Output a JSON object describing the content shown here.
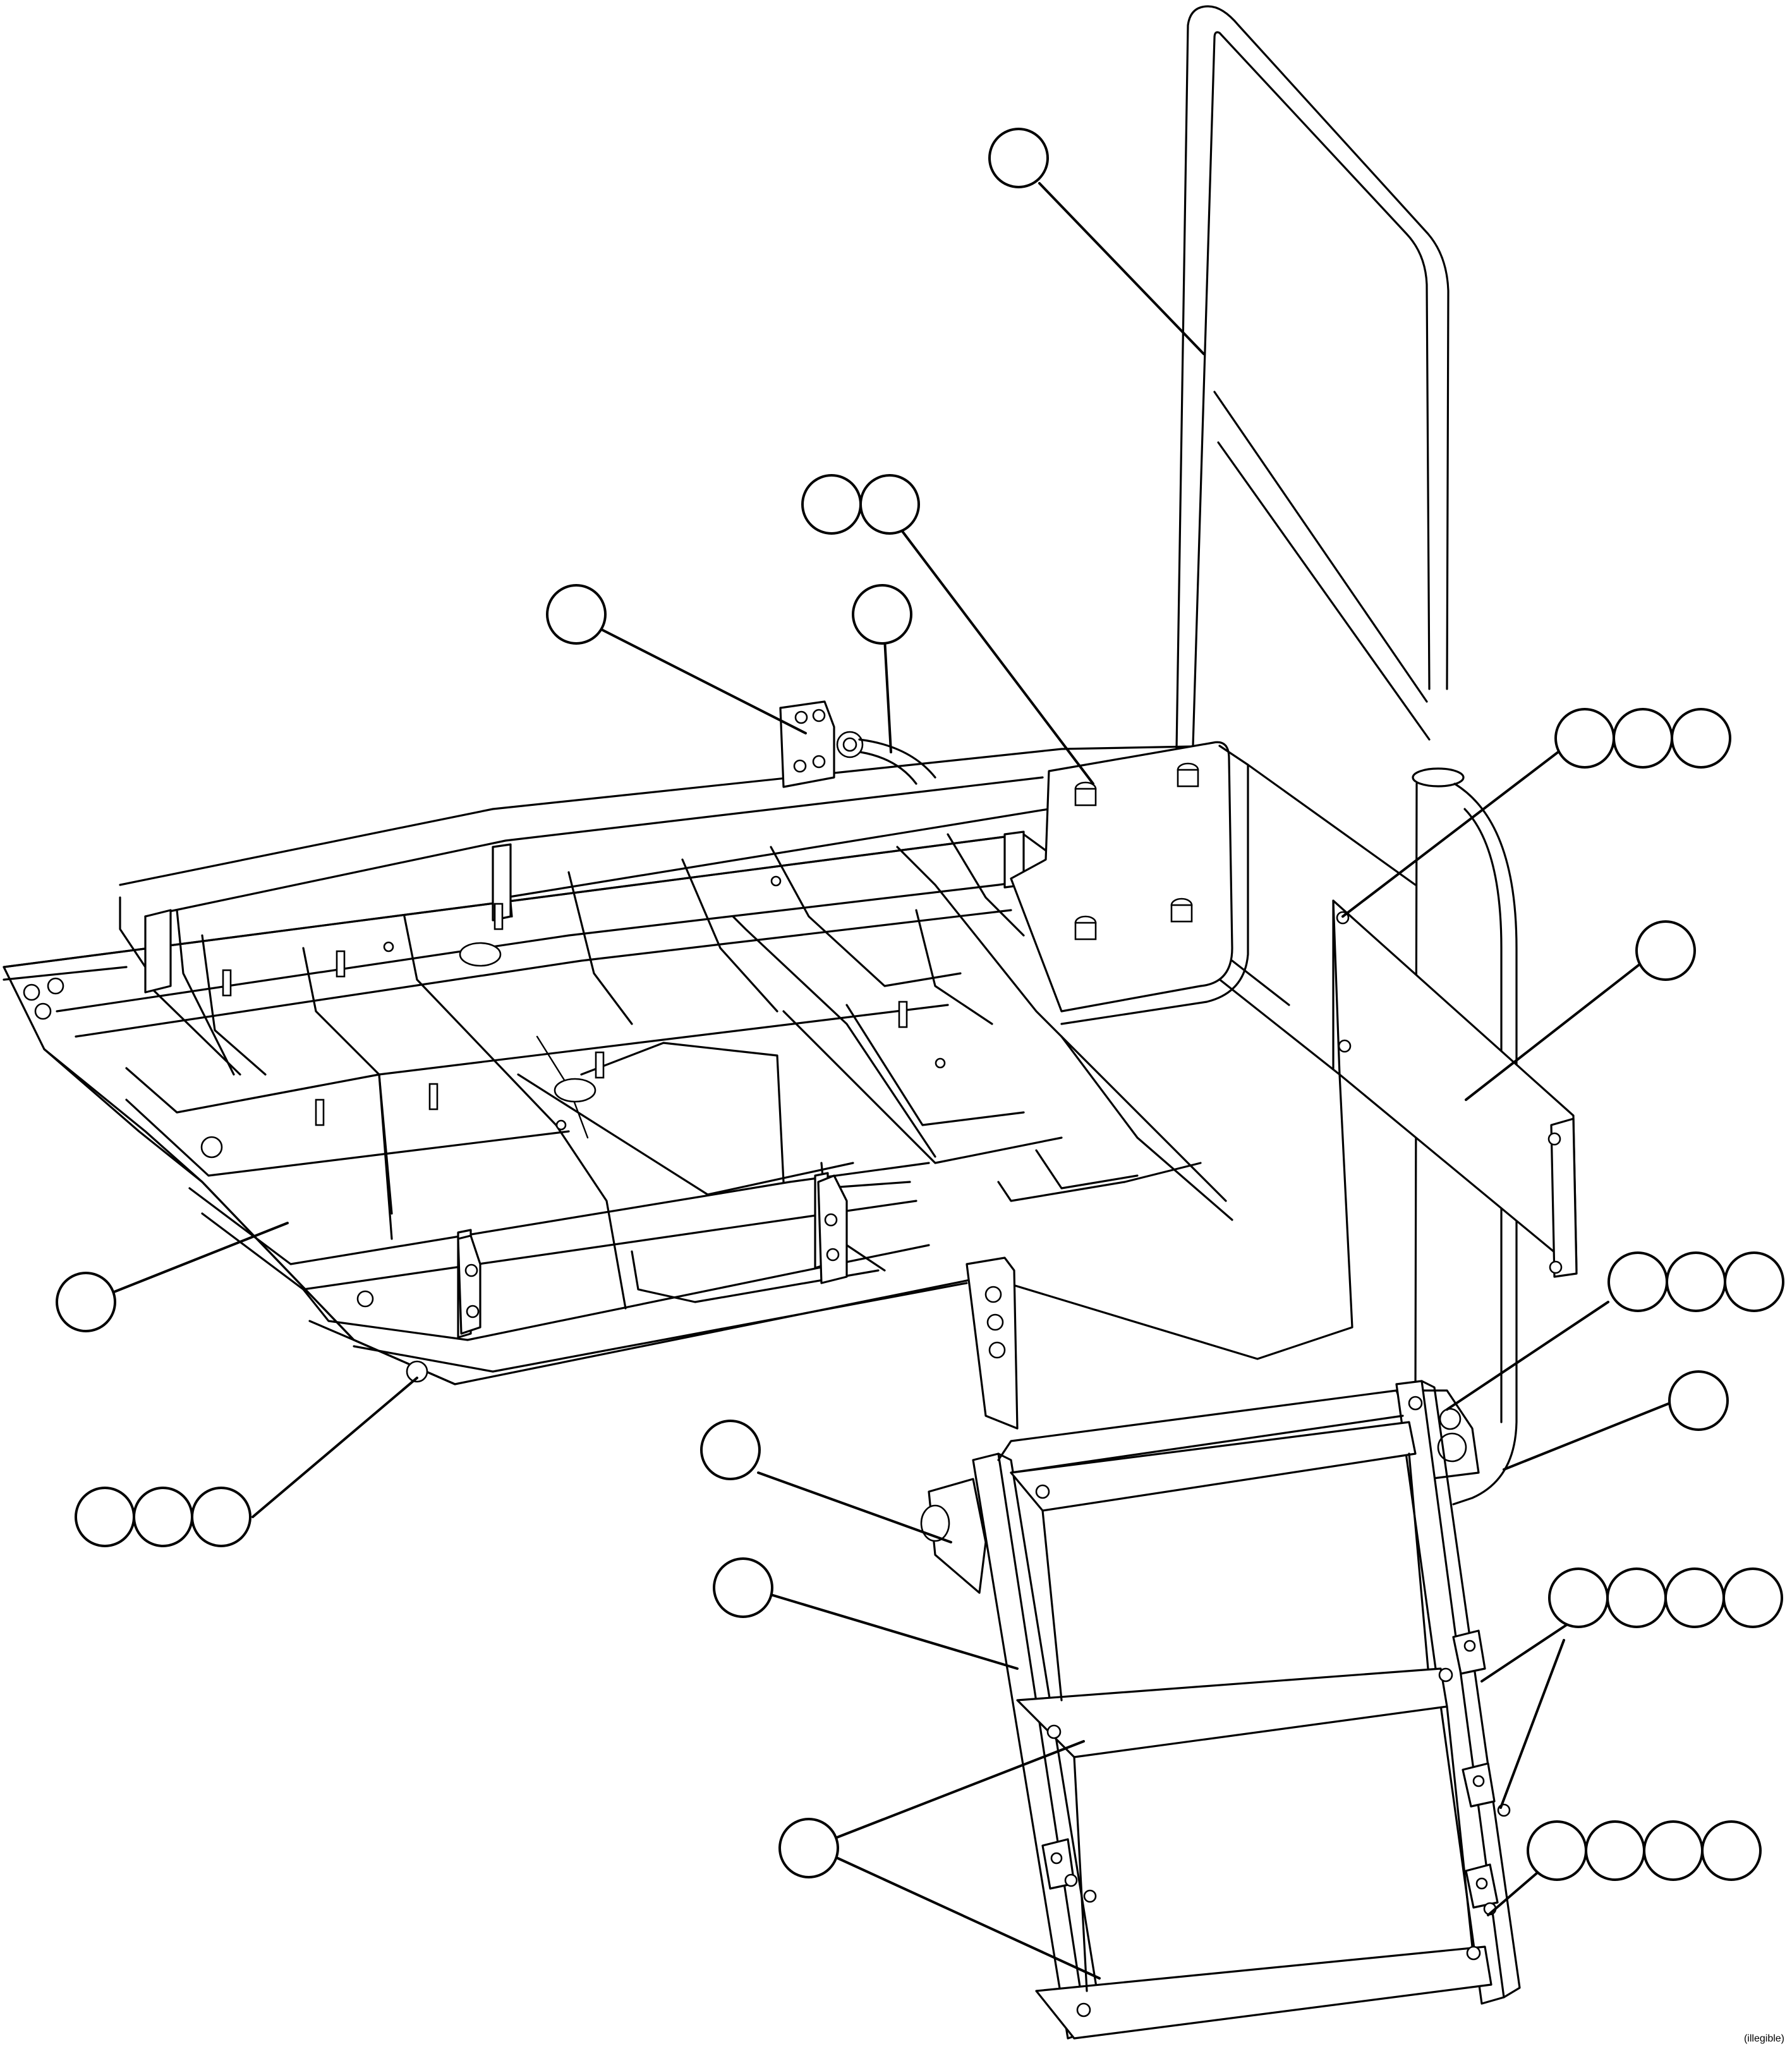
{
  "drawing": {
    "reference_code": "(illegible)",
    "callout_groups": [
      {
        "id": "handrail",
        "balloons": 1
      },
      {
        "id": "platform-mount-bolts",
        "balloons": 2
      },
      {
        "id": "bracket-plate",
        "balloons": 1
      },
      {
        "id": "hose-clamp",
        "balloons": 1
      },
      {
        "id": "guard-plate-bolts",
        "balloons": 3
      },
      {
        "id": "guard-plate",
        "balloons": 1
      },
      {
        "id": "platform-deck",
        "balloons": 1
      },
      {
        "id": "deck-nut",
        "balloons": 3
      },
      {
        "id": "ladder-bracket-bolts",
        "balloons": 3
      },
      {
        "id": "ladder-pivot-bracket",
        "balloons": 1
      },
      {
        "id": "ladder-arm",
        "balloons": 1
      },
      {
        "id": "ladder-side-rail",
        "balloons": 1
      },
      {
        "id": "ladder-step-bolts-upper",
        "balloons": 4
      },
      {
        "id": "ladder-step-bolts-lower",
        "balloons": 4
      },
      {
        "id": "ladder-steps",
        "balloons": 1
      }
    ]
  }
}
